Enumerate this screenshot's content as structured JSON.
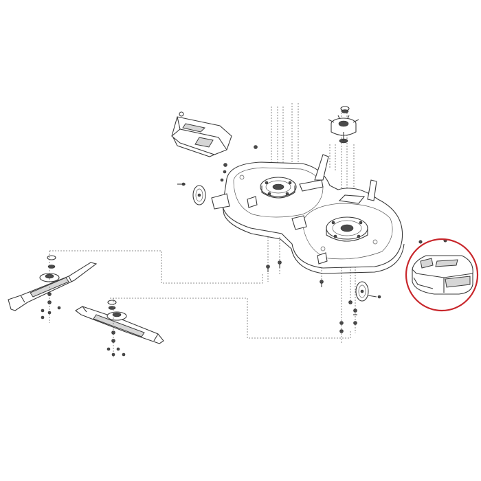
{
  "diagram": {
    "kind": "exploded-parts-view",
    "line_color": "#3a3a3a",
    "highlight": {
      "part": "rear-deck-cover",
      "shape": "circle",
      "color": "#c8262b"
    }
  }
}
